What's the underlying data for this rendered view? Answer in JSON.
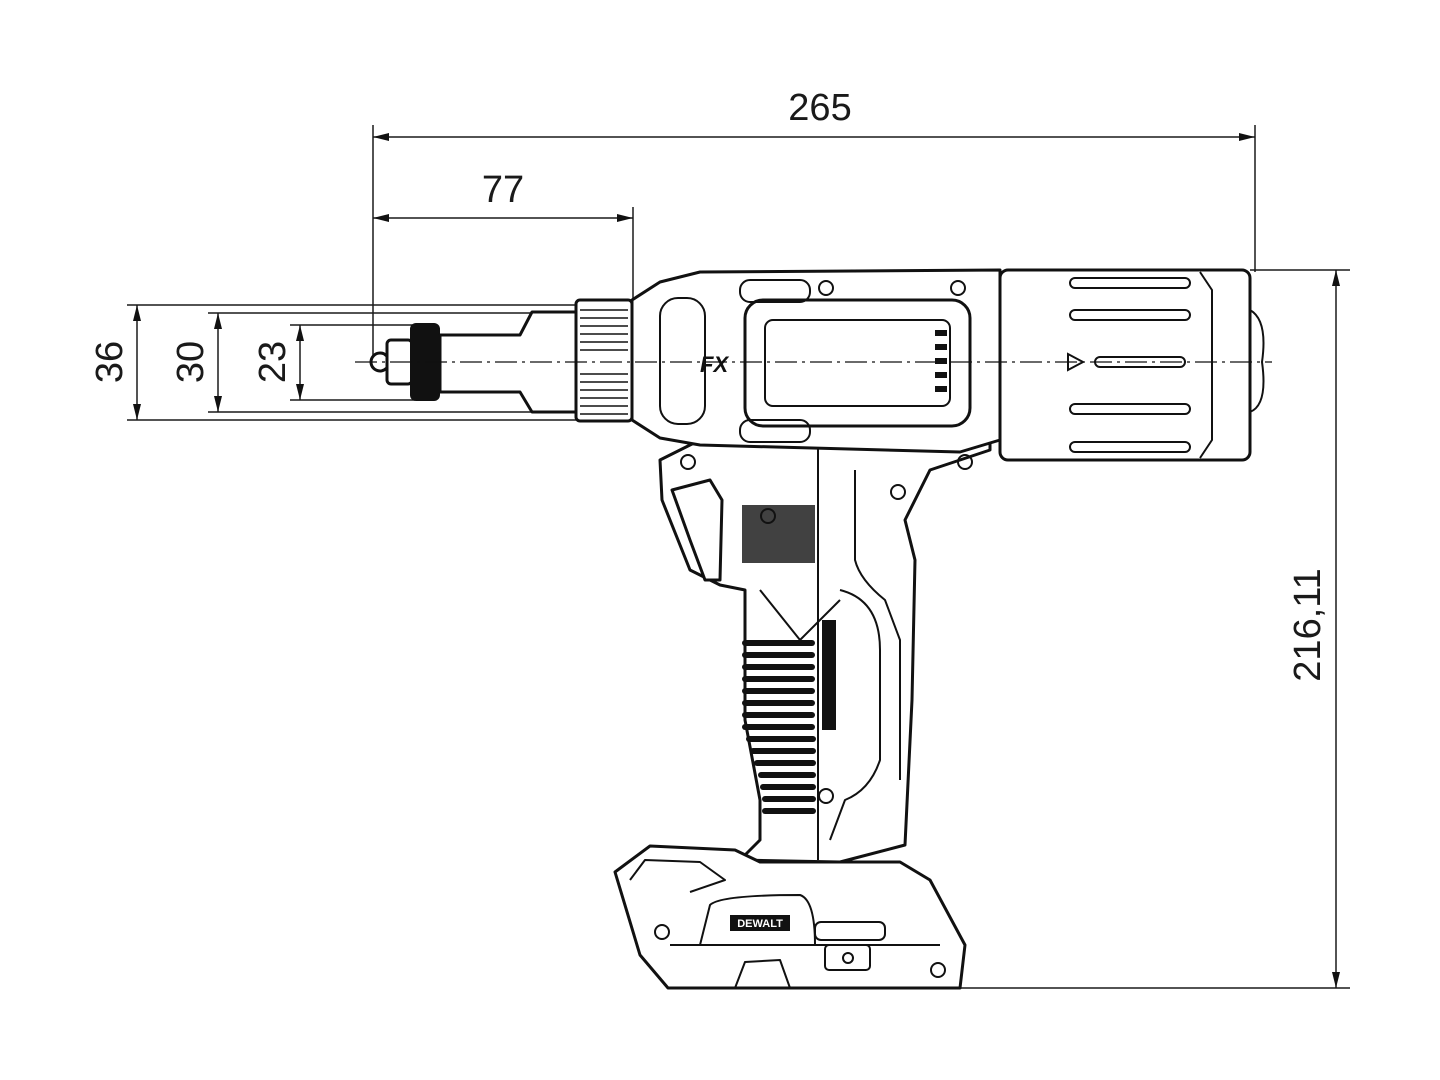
{
  "drawing": {
    "dimensions": {
      "overall_length": "265",
      "nose_length": "77",
      "nose_diameter_outer": "36",
      "nose_diameter_mid": "30",
      "nose_diameter_inner": "23",
      "overall_height": "216,11"
    },
    "battery_brand": "DEWALT",
    "logo": "FX",
    "colors": {
      "line": "#111111",
      "background": "#ffffff"
    }
  }
}
